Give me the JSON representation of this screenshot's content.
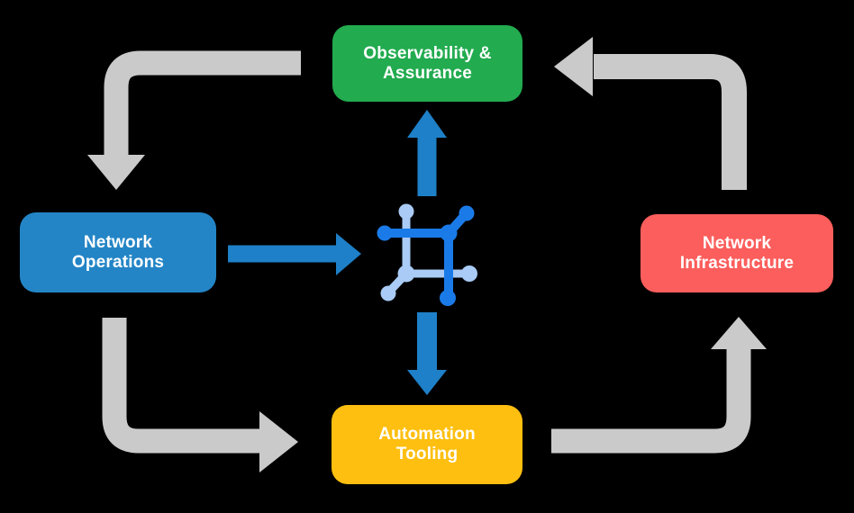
{
  "diagram": {
    "background": "#000000",
    "center_icon": "network-fabric-icon",
    "boxes": {
      "observability": {
        "label": "Observability & Assurance",
        "color": "#22AB4F"
      },
      "operations": {
        "label": "Network Operations",
        "color": "#2385C6"
      },
      "infrastructure": {
        "label": "Network Infrastructure",
        "color": "#FB5E5C"
      },
      "automation": {
        "label": "Automation Tooling",
        "color": "#FEBF10"
      }
    },
    "colors": {
      "cycle_arrow": "#CACACA",
      "flow_arrow": "#1E80C8",
      "icon_dark": "#1A7BE8",
      "icon_light": "#A9CBF5",
      "text": "#FFFFFF"
    }
  }
}
